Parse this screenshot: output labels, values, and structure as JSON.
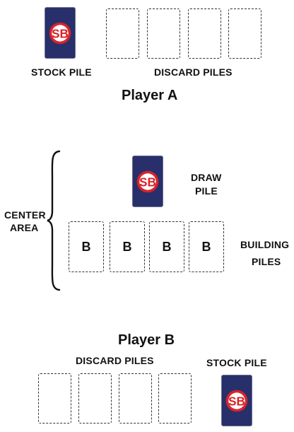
{
  "player_a": {
    "title": "Player A",
    "stock_label": "STOCK PILE",
    "discard_label": "DISCARD PILES"
  },
  "center": {
    "area_label_line1": "CENTER",
    "area_label_line2": "AREA",
    "draw_label_line1": "DRAW",
    "draw_label_line2": "PILE",
    "building_label_line1": "BUILDING",
    "building_label_line2": "PILES",
    "building_slots": [
      "B",
      "B",
      "B",
      "B"
    ]
  },
  "player_b": {
    "title": "Player B",
    "discard_label": "DISCARD PILES",
    "stock_label": "STOCK PILE"
  },
  "colors": {
    "card_back": "#27306a",
    "logo_red": "#d8232a"
  }
}
